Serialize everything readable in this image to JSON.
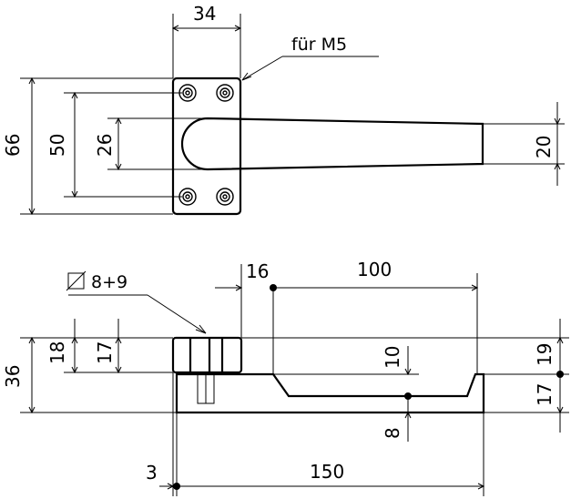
{
  "labels": {
    "top_width": "34",
    "thread_note": "für M5",
    "overall_height": "66",
    "hole_spacing": "50",
    "handle_root": "26",
    "handle_tip": "20",
    "square_note": "8+9",
    "dim_16": "16",
    "dim_100": "100",
    "dim_36": "36",
    "dim_18": "18",
    "dim_17_left": "17",
    "dim_10": "10",
    "dim_19": "19",
    "dim_17_right": "17",
    "dim_8": "8",
    "dim_3": "3",
    "dim_150": "150"
  }
}
